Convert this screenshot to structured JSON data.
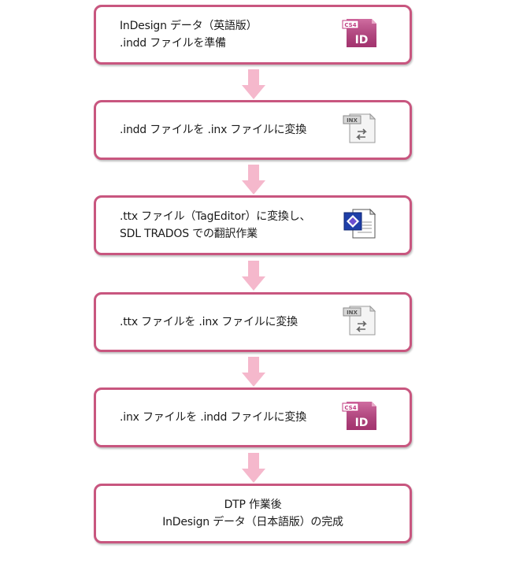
{
  "steps": [
    {
      "lines": [
        "InDesign データ（英語版）",
        ".indd ファイルを準備"
      ],
      "icon": "indesign-cs4-file-icon",
      "badge": "CS4",
      "mark": "ID"
    },
    {
      "lines": [
        ".indd ファイルを .inx ファイルに変換"
      ],
      "icon": "inx-file-icon",
      "badge": "INX"
    },
    {
      "lines": [
        ".ttx ファイル（TagEditor）に変換し、",
        "SDL TRADOS での翻訳作業"
      ],
      "icon": "tageditor-ttx-file-icon"
    },
    {
      "lines": [
        ".ttx ファイルを .inx ファイルに変換"
      ],
      "icon": "inx-file-icon",
      "badge": "INX"
    },
    {
      "lines": [
        ".inx ファイルを .indd ファイルに変換"
      ],
      "icon": "indesign-cs4-file-icon",
      "badge": "CS4",
      "mark": "ID"
    },
    {
      "lines": [
        "DTP 作業後",
        "InDesign データ（日本語版）の完成"
      ]
    }
  ],
  "colors": {
    "border": "#c8567f",
    "arrow": "#f5b8cc",
    "indesign": "#c03d82"
  }
}
